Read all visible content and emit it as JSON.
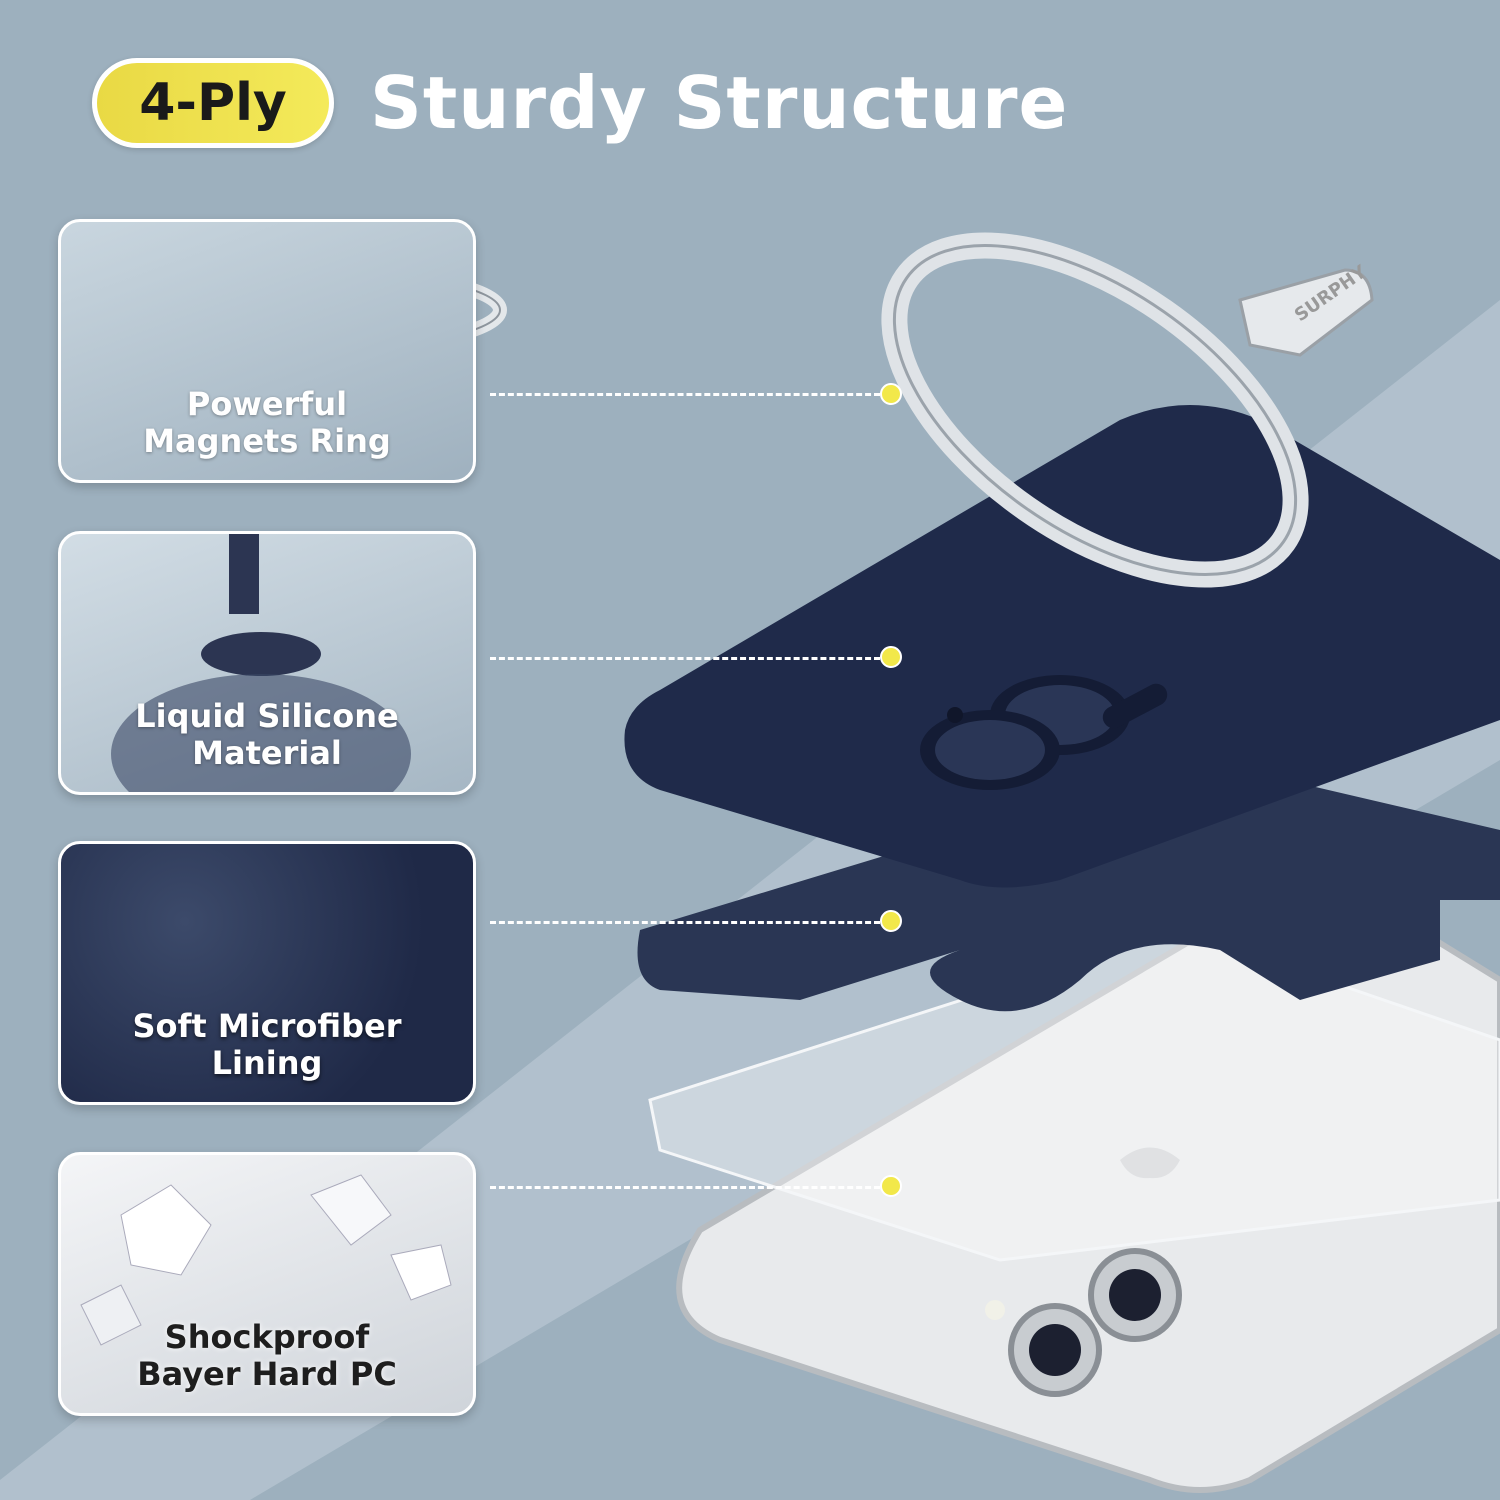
{
  "header": {
    "badge": "4-Ply",
    "title": "Sturdy Structure"
  },
  "layers": [
    {
      "label_line1": "Powerful",
      "label_line2": "Magnets Ring"
    },
    {
      "label_line1": "Liquid Silicone",
      "label_line2": "Material"
    },
    {
      "label_line1": "Soft Microfiber",
      "label_line2": "Lining"
    },
    {
      "label_line1": "Shockproof",
      "label_line2": "Bayer Hard PC"
    }
  ],
  "brand_logo": "SURPHY",
  "colors": {
    "accent": "#f2e84a",
    "case": "#1f2a4a",
    "background": "#9db0be"
  }
}
